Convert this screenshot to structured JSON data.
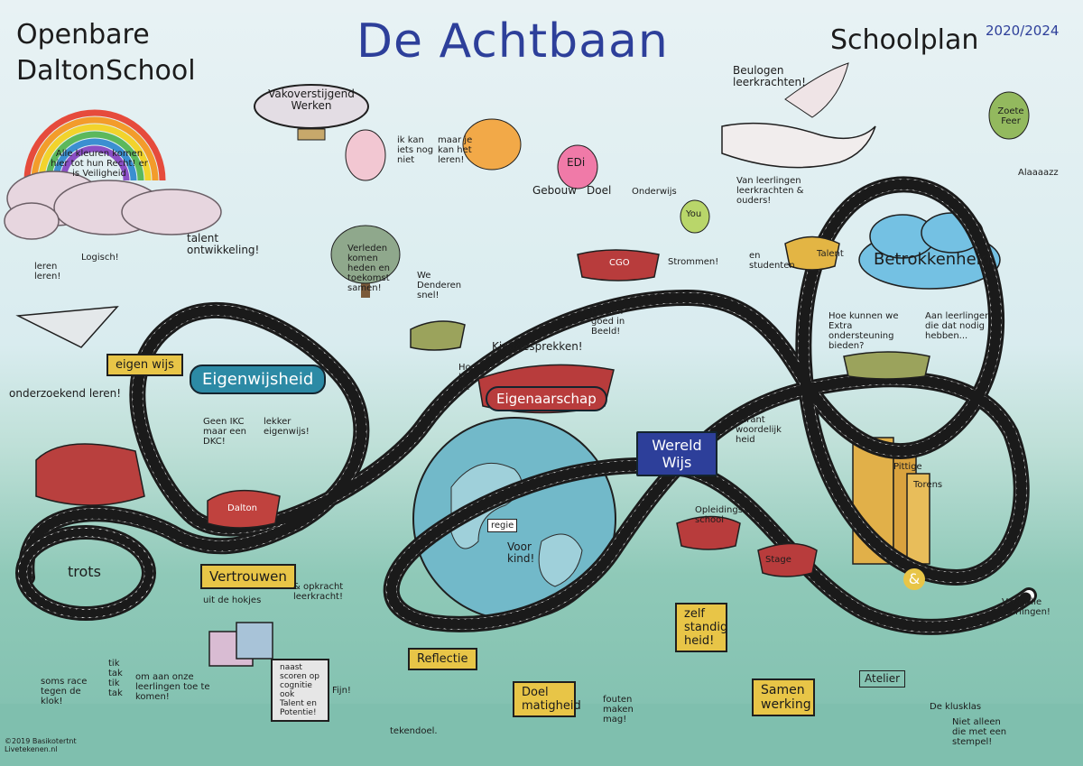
{
  "header": {
    "school_line1": "Openbare",
    "school_line2": "DaltonSchool",
    "title": "De Achtbaan",
    "plan": "Schoolplan",
    "years": "2020/2024"
  },
  "rainbow_text": "Alle kleuren komen hier tot hun Recht! er is Veiligheid",
  "blimp": "Vakoverstijgend Werken",
  "balloons": {
    "ik_kan": "ik kan iets nog niet",
    "maar_je": "maar je kan het leren!",
    "ledi": "EDi",
    "you": "You",
    "zoete": "Zoete Feer"
  },
  "top_labels": {
    "gebouw": "Gebouw",
    "doel": "Doel",
    "onderwijs": "Onderwijs",
    "cgo": "CGO",
    "stroomen": "Strommen!",
    "beulogen_leerkrachten": "Beulogen leerkrachten!",
    "alaaaa": "Alaaaazz",
    "van_leerlingen": "Van leerlingen leerkrachten & ouders!",
    "en_studenten": "en studenten",
    "talent": "Talent"
  },
  "left": {
    "leren_leren": "leren leren!",
    "logisch": "Logisch!",
    "talent": "talent ontwikkeling!",
    "eigen_wijs_sign": "eigen wijs",
    "onderzoekend": "onderzoekend leren!",
    "trots": "trots",
    "vertrouwen": "Vertrouwen",
    "uit_de_hokjes": "uit de hokjes",
    "opkracht": "& opkracht leerkracht!"
  },
  "middle": {
    "eigenwijsheid": "Eigenwijsheid",
    "geen_ikc": "Geen IKC maar een DKC!",
    "lekker": "lekker eigenwijs!",
    "dalton_car": "Dalton",
    "verleden": "Verleden komen heden en toekomst samen!",
    "we_denderen": "We Denderen snel!",
    "kindgesprekken": "Kindgesprekken!",
    "hoe_leer_ik": "Hoe leer ik?",
    "doelen": "Doelen goed in Beeld!",
    "eigenaarschap": "Eigenaarschap",
    "wereldwijs": "Wereld Wijs",
    "regie": "regie",
    "voor_kind": "Voor kind!",
    "verantwoordelijkheid": "Verant woordelijk heid"
  },
  "right": {
    "betrokkenheid": "Betrokkenheid",
    "hoe_kunnen": "Hoe kunnen we Extra ondersteuning bieden?",
    "aan_leerlingen": "Aan leerlingen die dat nodig hebben...",
    "pittige": "Pittige",
    "torens": "Torens",
    "amp": "&",
    "opleidingsschool": "Opleidings school",
    "stage": "Stage"
  },
  "bottom": {
    "reflectie": "Reflectie",
    "doelmatigheid": "Doel matigheid",
    "zelfstandigheid": "zelf standig heid!",
    "fouten": "fouten maken mag!",
    "samenwerking": "Samen werking",
    "atelier": "Atelier",
    "klusklas": "De klusklas",
    "voor_alle": "Voor Alle leerlingen!",
    "niet_alleen": "Niet alleen die met een stempel!",
    "naast_scoren": "naast scoren op cognitie ook Talent en Potentie!",
    "fijn": "Fijn!",
    "om_aan": "om aan onze leerlingen toe te komen!",
    "tik_tak": "tik tak tik tak",
    "soms_race": "soms race tegen de klok!",
    "tekendoel": "tekendoel.",
    "credit": "©2019 Basikotertnt Livetekenen.nl"
  },
  "colors": {
    "title_blue": "#2d3f9a",
    "track": "#ffffff",
    "track_outline": "#1a1a1a",
    "label_teal": "#2c8aa5",
    "sign_yellow": "#e8c547",
    "car_red": "#b63a3a",
    "grass": "#7fbfae",
    "globe": "#6fb7c8"
  }
}
